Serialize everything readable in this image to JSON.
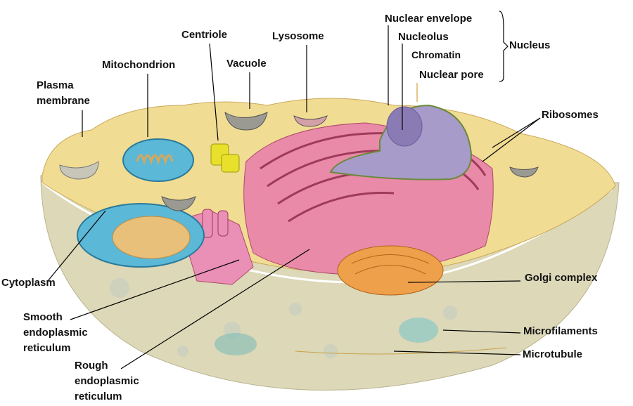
{
  "labels": {
    "nuclear_envelope": "Nuclear envelope",
    "nucleolus": "Nucleolus",
    "chromatin": "Chromatin",
    "nuclear_pore": "Nuclear pore",
    "nucleus": "Nucleus",
    "centriole": "Centriole",
    "lysosome": "Lysosome",
    "mitochondrion": "Mitochondrion",
    "vacuole": "Vacuole",
    "plasma_membrane": [
      "Plasma",
      "membrane"
    ],
    "ribosomes": "Ribosomes",
    "cytoplasm": "Cytoplasm",
    "golgi": "Golgi complex",
    "smooth_er": [
      "Smooth",
      "endoplasmic",
      "reticulum"
    ],
    "microfilaments": "Microfilaments",
    "microtubule": "Microtubule",
    "rough_er": [
      "Rough",
      "endoplasmic",
      "reticulum"
    ]
  },
  "colors": {
    "cytoplasm": "#f1dc93",
    "bowl": "#ddd9b6",
    "nucleus": "#a79bc9",
    "er": "#e88aa8",
    "mitochondrion": "#5bb8d6",
    "golgi": "#efa04a",
    "centriole": "#e8e02a"
  }
}
